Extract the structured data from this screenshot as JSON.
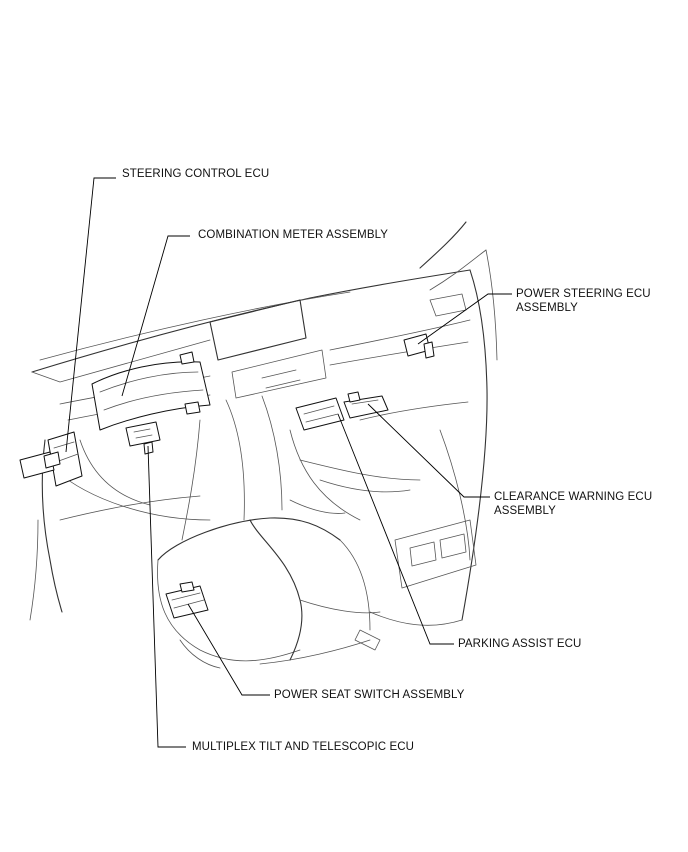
{
  "callouts": {
    "steering_control_ecu": "STEERING CONTROL ECU",
    "combination_meter": "COMBINATION METER ASSEMBLY",
    "power_steering_ecu": [
      "POWER STEERING ECU",
      "ASSEMBLY"
    ],
    "clearance_warning_ecu": [
      "CLEARANCE WARNING ECU",
      "ASSEMBLY"
    ],
    "parking_assist_ecu": "PARKING ASSIST ECU",
    "power_seat_switch": "POWER SEAT SWITCH ASSEMBLY",
    "multiplex_tilt_ecu": "MULTIPLEX TILT AND TELESCOPIC ECU"
  }
}
